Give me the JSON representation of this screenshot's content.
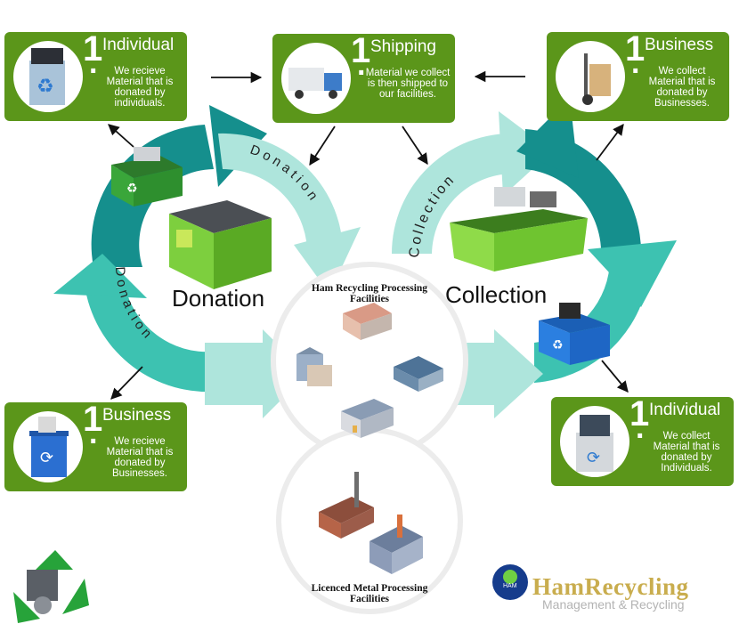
{
  "cards": [
    {
      "id": "individual-donor",
      "number": "1",
      "title": "Individual",
      "description": "We recieve Material that is donated by individuals."
    },
    {
      "id": "shipping",
      "number": "1",
      "title": "Shipping",
      "description": "Material we collect is then shipped to our facilities."
    },
    {
      "id": "business-collect",
      "number": "1",
      "title": "Business",
      "description": "We collect Material that is donated by Businesses."
    },
    {
      "id": "business-donor",
      "number": "1",
      "title": "Business",
      "description": "We recieve Material that is donated by Businesses."
    },
    {
      "id": "individual-collect",
      "number": "1",
      "title": "Individual",
      "description": "We collect Material that is donated by Individuals."
    }
  ],
  "cycles": {
    "donation_label": "Donation",
    "collection_label": "Collection",
    "donation_arc_text": "D o n a t i o n",
    "collection_arc_text": "Collection"
  },
  "facilities": {
    "processing": "Ham Recycling Processing Facilities",
    "metal": "Licenced Metal Processing Facilities"
  },
  "logo": {
    "badge": "HAM",
    "name": "HamRecycling",
    "subtitle": "Management & Recycling"
  },
  "colors": {
    "card_green": "#5b961a",
    "dark_teal": "#158f8d",
    "light_teal": "#aee5dc",
    "dumpster_green": "#6abf2f",
    "bin_blue": "#1f6fd0",
    "logo_gold": "#c9ad4e"
  },
  "icons": [
    "recycle-bin-icon",
    "truck-icon",
    "hand-truck-icon",
    "blue-bin-icon",
    "recycle-can-icon",
    "green-dumpster-icon",
    "green-bin-icon",
    "blue-recycle-bin-icon",
    "factory-icon",
    "recycle-symbol-icon"
  ]
}
